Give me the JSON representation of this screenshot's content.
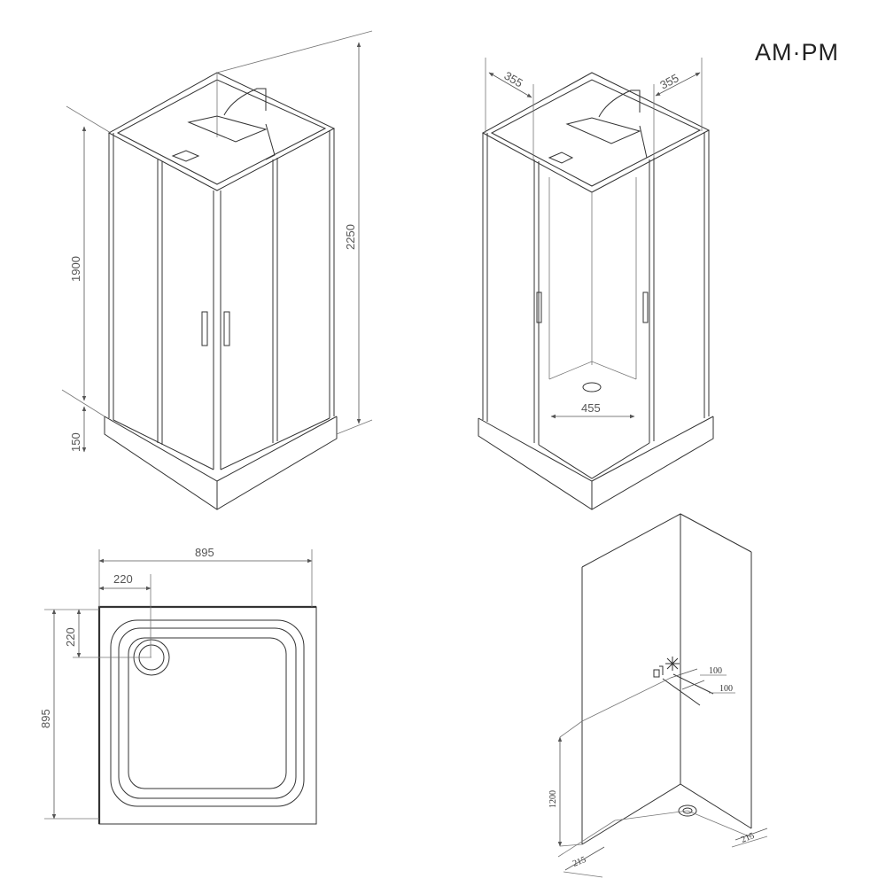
{
  "brand": {
    "logo": "AM·PM"
  },
  "dimensions": {
    "front_height_glass": "1900",
    "front_height_tray": "150",
    "front_total_height": "2250",
    "back_depth_left": "355",
    "back_depth_right": "355",
    "back_door_opening": "455",
    "plan_width": "895",
    "plan_depth": "895",
    "plan_drain_x": "220",
    "plan_drain_y": "220",
    "install_outlet_a": "100",
    "install_outlet_b": "100",
    "install_height": "1200",
    "install_drain_left": "215",
    "install_drain_right": "215"
  },
  "icons": {
    "install_symbols": [
      "faucet-icon",
      "snowflake-icon"
    ]
  }
}
